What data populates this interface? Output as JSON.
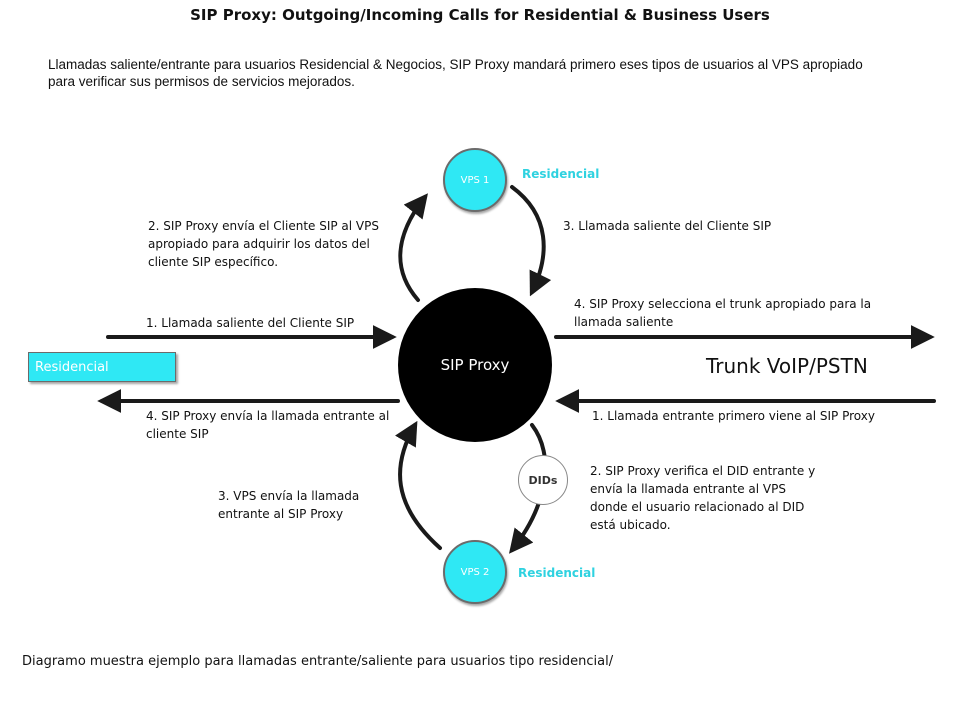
{
  "title": "SIP Proxy: Outgoing/Incoming Calls for Residential & Business Users",
  "subtitle": "Llamadas saliente/entrante para usuarios Residencial & Negocios, SIP Proxy mandará primero eses tipos de usuarios al VPS apropiado para verificar sus permisos de servicios mejorados.",
  "nodes": {
    "proxy": "SIP Proxy",
    "vps1": "VPS 1",
    "vps2": "VPS 2",
    "dids": "DIDs",
    "residential_box": "Residencial",
    "vps1_tag": "Residencial",
    "vps2_tag": "Residencial",
    "trunk": "Trunk VoIP/PSTN"
  },
  "labels": {
    "out_1": "1. Llamada saliente del Cliente SIP",
    "out_2": "2. SIP Proxy envía el Cliente SIP al VPS apropiado para adquirir los datos del cliente SIP específico.",
    "out_3": "3. Llamada saliente del Cliente SIP",
    "out_4": "4. SIP Proxy selecciona el trunk apropiado para la llamada saliente",
    "in_1": "1. Llamada entrante primero viene al SIP Proxy",
    "in_2": "2. SIP Proxy verifica el DID entrante y envía la llamada entrante al VPS donde el usuario relacionado al DID está ubicado.",
    "in_3": "3. VPS envía la llamada entrante al SIP Proxy",
    "in_4": "4. SIP Proxy envía la llamada entrante al cliente SIP"
  },
  "footer": "Diagramo muestra ejemplo para llamadas entrante/saliente para usuarios tipo residencial/"
}
